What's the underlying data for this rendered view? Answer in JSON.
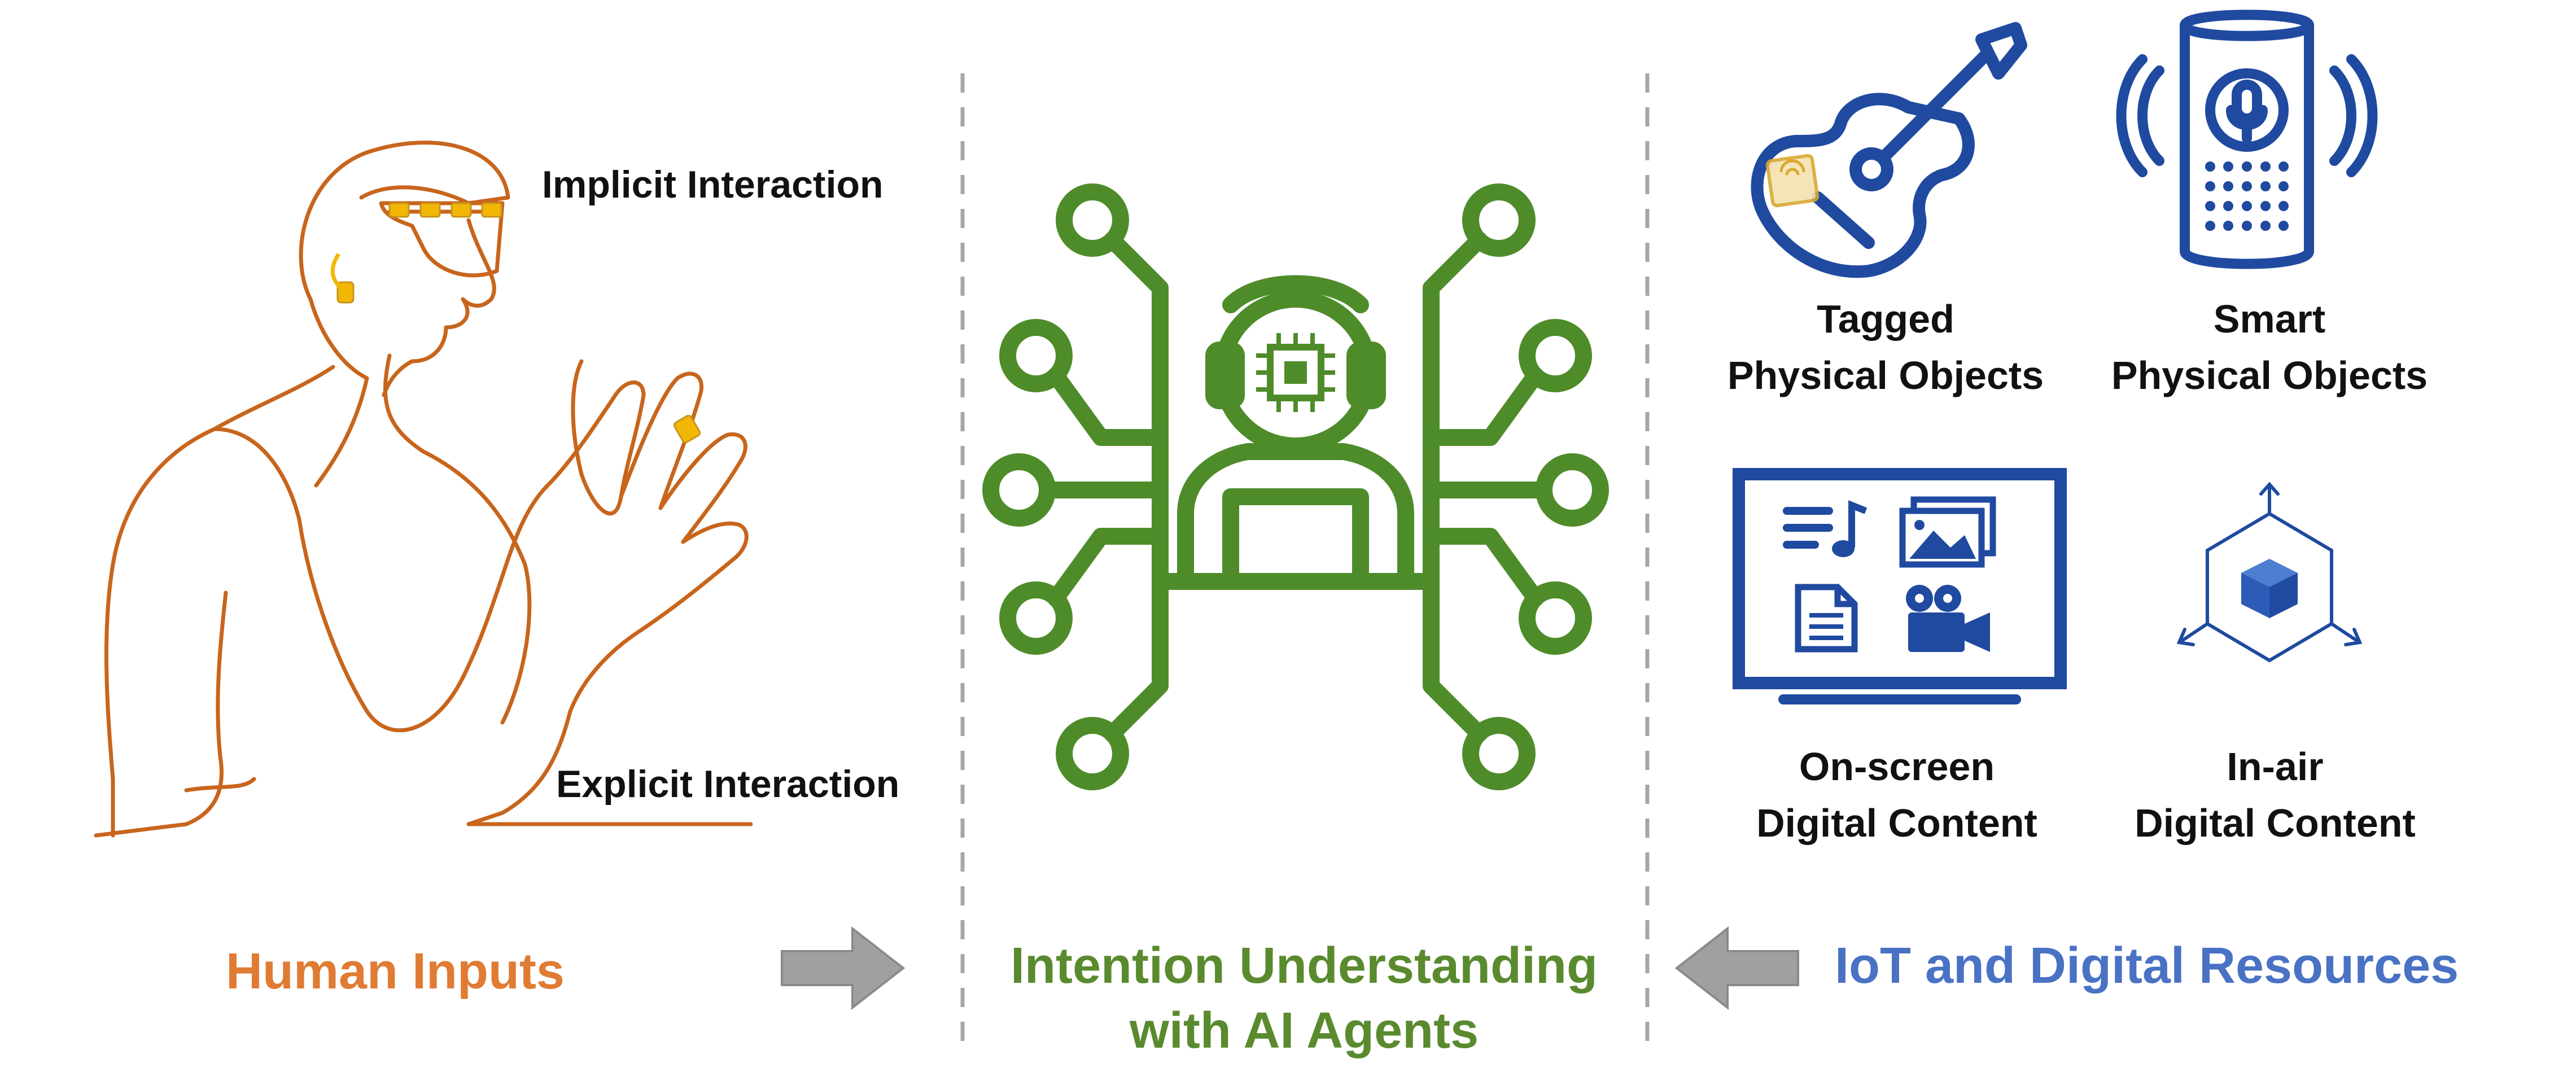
{
  "colors": {
    "human": "#E07B34",
    "human_line": "#C8651C",
    "ai": "#5A8A2E",
    "ai_icon": "#4E8C2A",
    "iot": "#4A72C4",
    "iot_icon": "#1F4AA0",
    "arrow": "#A0A0A0",
    "accent_yellow": "#F2B705",
    "divider": "#A6A6A6"
  },
  "human": {
    "implicit_label": "Implicit Interaction",
    "explicit_label": "Explicit Interaction",
    "title": "Human Inputs",
    "illustration_icon": "person-with-headset-line-art-icon"
  },
  "ai": {
    "title_line1": "Intention Understanding",
    "title_line2": "with AI Agents",
    "icon": "ai-agent-circuit-icon"
  },
  "iot": {
    "title": "IoT and Digital Resources",
    "items": [
      {
        "line1": "Tagged",
        "line2": "Physical Objects",
        "icon": "guitar-icon"
      },
      {
        "line1": "Smart",
        "line2": "Physical Objects",
        "icon": "smart-speaker-icon"
      },
      {
        "line1": "On-screen",
        "line2": "Digital Content",
        "icon": "monitor-media-icon"
      },
      {
        "line1": "In-air",
        "line2": "Digital Content",
        "icon": "ar-cube-icon"
      }
    ]
  }
}
